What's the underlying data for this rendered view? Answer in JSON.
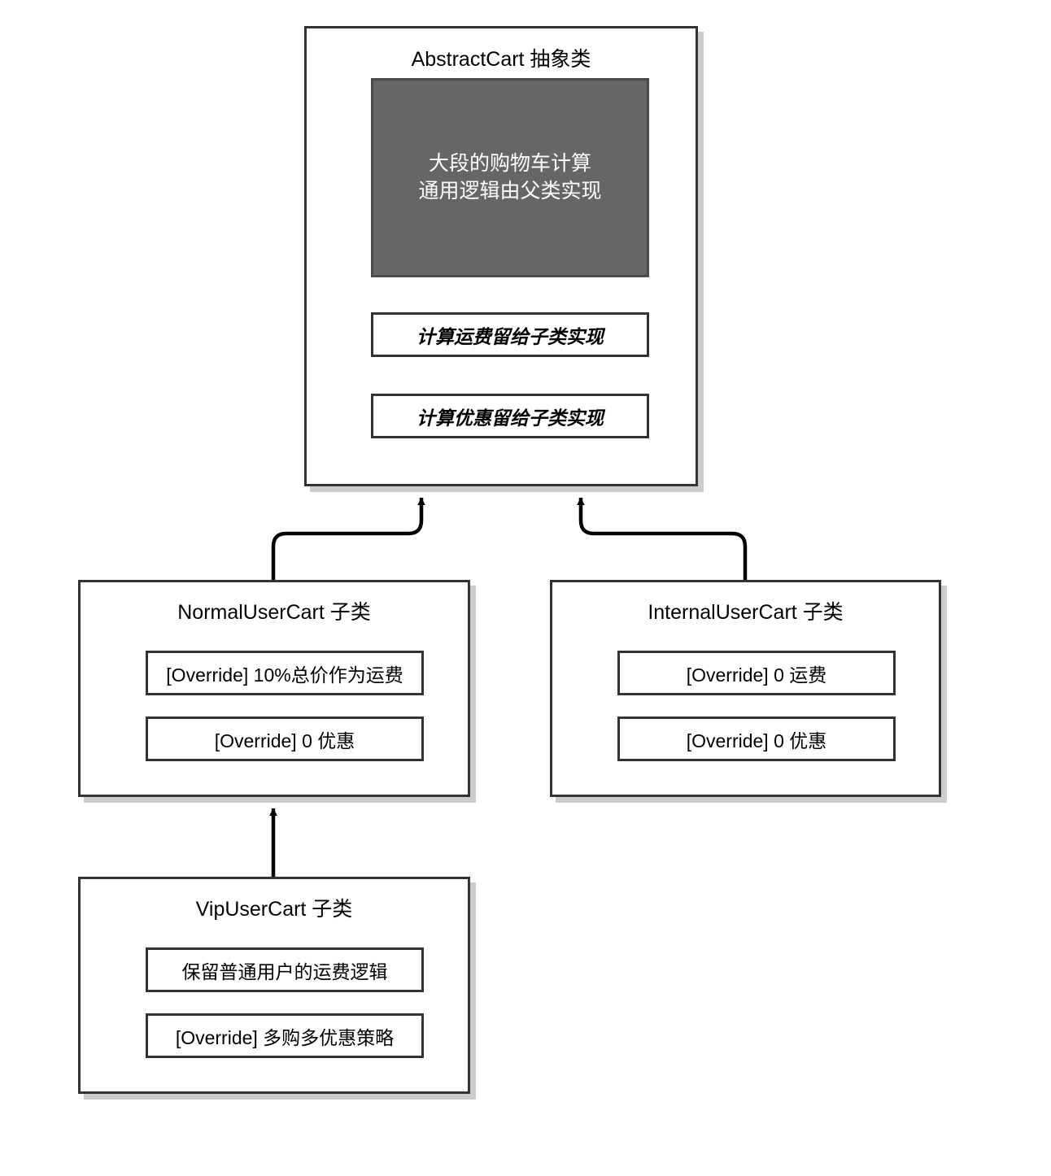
{
  "diagram": {
    "type": "uml-class-diagram",
    "colors": {
      "background": "#ffffff",
      "box_border": "#333333",
      "filled_block": "#666666",
      "filled_block_text": "#ffffff",
      "connector": "#000000",
      "shadow": "rgba(0,0,0,0.20)"
    },
    "classes": [
      {
        "id": "abstract-cart",
        "title": "AbstractCart 抽象类",
        "members": [
          {
            "id": "shared-logic",
            "style": "filled",
            "lines": [
              "大段的购物车计算",
              "通用逻辑由父类实现"
            ]
          },
          {
            "id": "shipping-abstract",
            "style": "italic",
            "label": "计算运费留给子类实现"
          },
          {
            "id": "discount-abstract",
            "style": "italic",
            "label": "计算优惠留给子类实现"
          }
        ]
      },
      {
        "id": "normal-cart",
        "title": "NormalUserCart 子类",
        "members": [
          {
            "id": "shipping-override",
            "style": "plain",
            "label": "[Override] 10%总价作为运费"
          },
          {
            "id": "discount-override",
            "style": "plain",
            "label": "[Override] 0 优惠"
          }
        ]
      },
      {
        "id": "internal-cart",
        "title": "InternalUserCart 子类",
        "members": [
          {
            "id": "shipping-override",
            "style": "plain",
            "label": "[Override] 0 运费"
          },
          {
            "id": "discount-override",
            "style": "plain",
            "label": "[Override] 0 优惠"
          }
        ]
      },
      {
        "id": "vip-cart",
        "title": "VipUserCart 子类",
        "members": [
          {
            "id": "shipping-inherited",
            "style": "plain",
            "label": "保留普通用户的运费逻辑"
          },
          {
            "id": "discount-override",
            "style": "plain",
            "label": "[Override] 多购多优惠策略"
          }
        ]
      }
    ],
    "connectors": [
      {
        "id": "normal-to-abstract",
        "from": "normal-cart",
        "to": "abstract-cart",
        "kind": "inheritance-arrow",
        "shape": "elbow-rounded"
      },
      {
        "id": "internal-to-abstract",
        "from": "internal-cart",
        "to": "abstract-cart",
        "kind": "inheritance-arrow",
        "shape": "elbow-rounded"
      },
      {
        "id": "vip-to-normal",
        "from": "vip-cart",
        "to": "normal-cart",
        "kind": "inheritance-arrow",
        "shape": "straight"
      }
    ]
  }
}
